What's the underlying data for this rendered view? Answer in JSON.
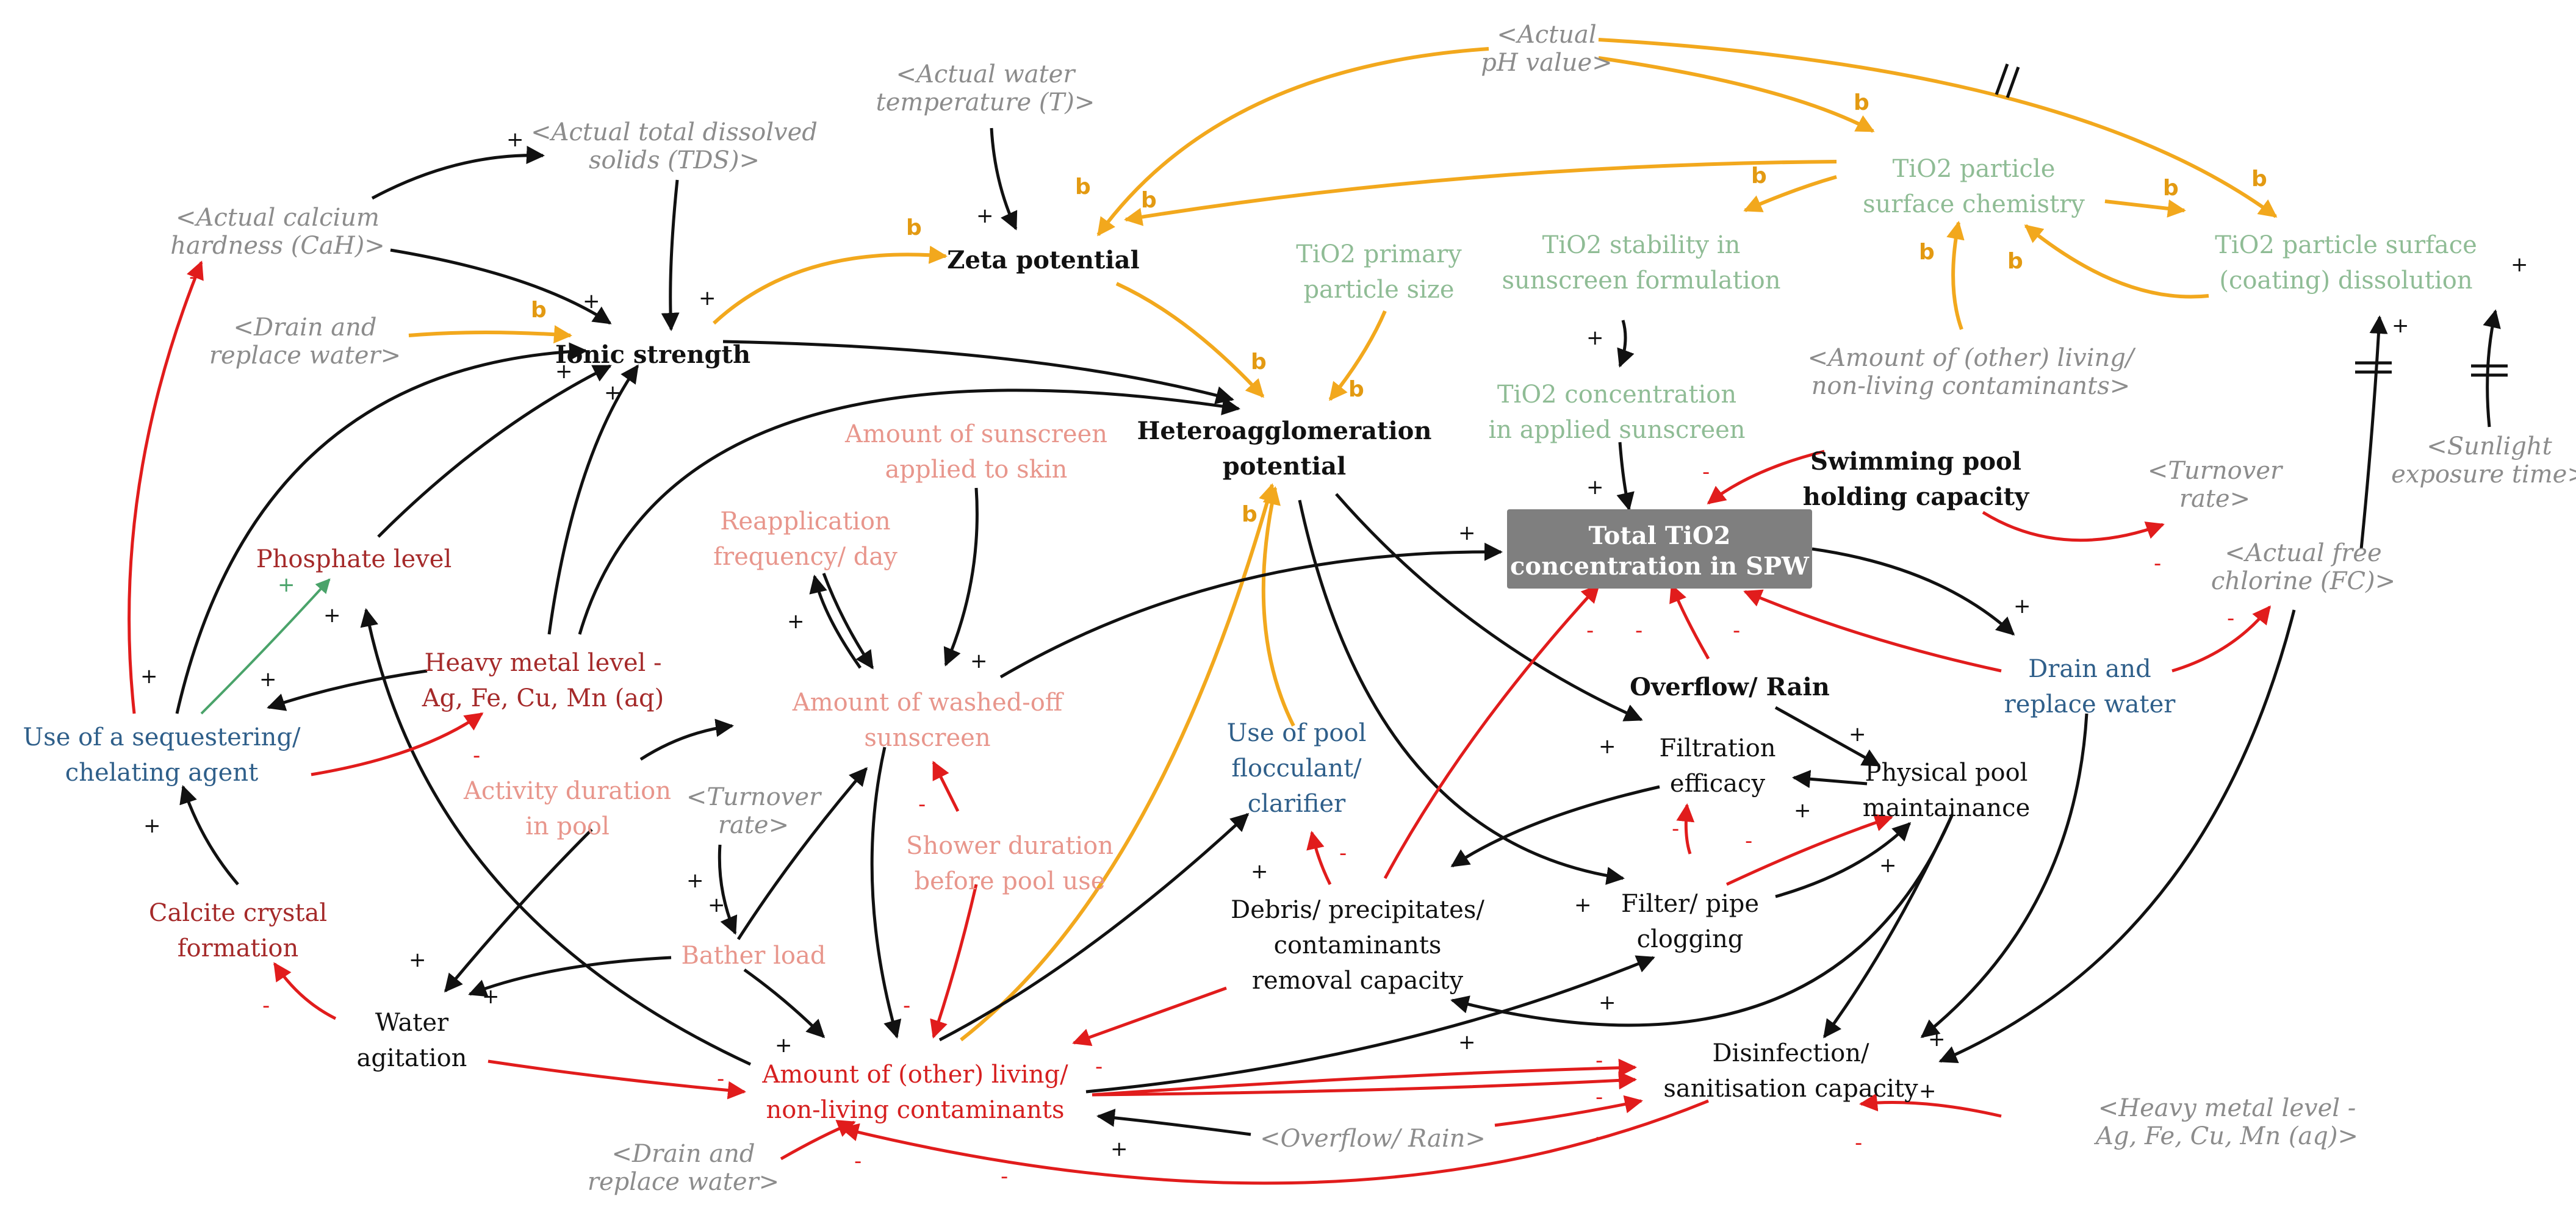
{
  "colors": {
    "black": "#111111",
    "red": "#e11c1c",
    "orange": "#f2a81d",
    "green_text": "#8fbc95",
    "pink_text": "#e8968c",
    "darkred_text": "#a52a2a",
    "blue_text": "#2f5f8a",
    "shadow_text": "#8c8c8c",
    "central_box": "#7f7f7f"
  },
  "nodes": {
    "actual_ph": [
      "<Actual",
      "pH value>"
    ],
    "actual_water_temp": [
      "<Actual water",
      "temperature (T)>"
    ],
    "actual_tds": [
      "<Actual total dissolved",
      "solids (TDS)>"
    ],
    "actual_cah": [
      "<Actual calcium",
      "hardness (CaH)>"
    ],
    "drain_replace_shadow_top": [
      "<Drain and",
      "replace water>"
    ],
    "ionic_strength": [
      "Ionic strength"
    ],
    "zeta_potential": [
      "Zeta potential"
    ],
    "tio2_surface_chem": [
      "TiO2 particle",
      "surface chemistry"
    ],
    "tio2_surface_dissolution": [
      "TiO2 particle surface",
      "(coating) dissolution"
    ],
    "tio2_primary_size": [
      "TiO2 primary",
      "particle size"
    ],
    "tio2_stability": [
      "TiO2 stability in",
      "sunscreen formulation"
    ],
    "amount_contaminants_shadow": [
      "<Amount of (other) living/",
      "non-living contaminants>"
    ],
    "tio2_conc_applied": [
      "TiO2 concentration",
      "in applied sunscreen"
    ],
    "heteroagglomeration": [
      "Heteroagglomeration",
      "potential"
    ],
    "swimming_pool_capacity": [
      "Swimming pool",
      "holding capacity"
    ],
    "turnover_rate_right": [
      "<Turnover",
      "rate>"
    ],
    "sunlight_exposure": [
      "<Sunlight",
      "exposure time>"
    ],
    "actual_free_chlorine": [
      "<Actual free",
      "chlorine (FC)>"
    ],
    "total_tio2": [
      "Total TiO2",
      "concentration in SPW"
    ],
    "amount_sunscreen_applied": [
      "Amount of sunscreen",
      "applied to skin"
    ],
    "reapplication_freq": [
      "Reapplication",
      "frequency/ day"
    ],
    "amount_washed_off": [
      "Amount of washed-off",
      "sunscreen"
    ],
    "phosphate_level": [
      "Phosphate level"
    ],
    "heavy_metal_level": [
      "Heavy metal level -",
      "Ag, Fe, Cu, Mn (aq)"
    ],
    "sequestering_agent": [
      "Use of a sequestering/",
      "chelating agent"
    ],
    "activity_duration": [
      "Activity duration",
      "in pool"
    ],
    "turnover_rate_mid": [
      "<Turnover",
      "rate>"
    ],
    "shower_duration": [
      "Shower duration",
      "before pool use"
    ],
    "pool_flocculant": [
      "Use of pool",
      "flocculant/",
      "clarifier"
    ],
    "overflow_rain": [
      "Overflow/ Rain"
    ],
    "drain_replace_water": [
      "Drain and",
      "replace water"
    ],
    "filtration_efficacy": [
      "Filtration",
      "efficacy"
    ],
    "physical_maintenance": [
      "Physical pool",
      "maintainance"
    ],
    "calcite_formation": [
      "Calcite crystal",
      "formation"
    ],
    "bather_load": [
      "Bather load"
    ],
    "debris_removal": [
      "Debris/ precipitates/",
      "contaminants",
      "removal capacity"
    ],
    "filter_clogging": [
      "Filter/ pipe",
      "clogging"
    ],
    "water_agitation": [
      "Water",
      "agitation"
    ],
    "amount_contaminants": [
      "Amount of (other) living/",
      "non-living contaminants"
    ],
    "disinfection_capacity": [
      "Disinfection/",
      "sanitisation capacity"
    ],
    "drain_replace_shadow_bottom": [
      "<Drain and",
      "replace water>"
    ],
    "overflow_rain_shadow": [
      "<Overflow/ Rain>"
    ],
    "heavy_metal_shadow": [
      "<Heavy metal level -",
      "Ag, Fe, Cu, Mn (aq)>"
    ]
  },
  "polarity_marks": {
    "plus": "+",
    "minus": "-",
    "balancing": "b"
  }
}
